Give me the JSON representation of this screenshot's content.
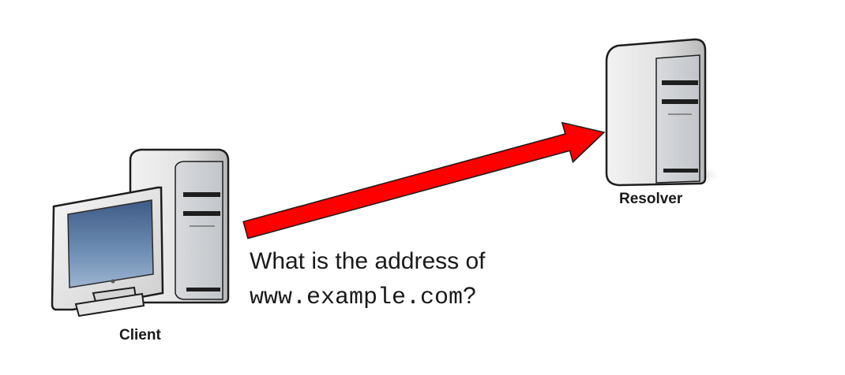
{
  "diagram": {
    "nodes": [
      {
        "id": "client",
        "label": "Client",
        "icon": "desktop-computer-icon"
      },
      {
        "id": "resolver",
        "label": "Resolver",
        "icon": "server-tower-icon"
      }
    ],
    "edges": [
      {
        "from": "client",
        "to": "resolver",
        "color": "#ff0000"
      }
    ],
    "query": {
      "prefix": "What is the address of",
      "domain": "www.example.com",
      "suffix": "?"
    }
  }
}
